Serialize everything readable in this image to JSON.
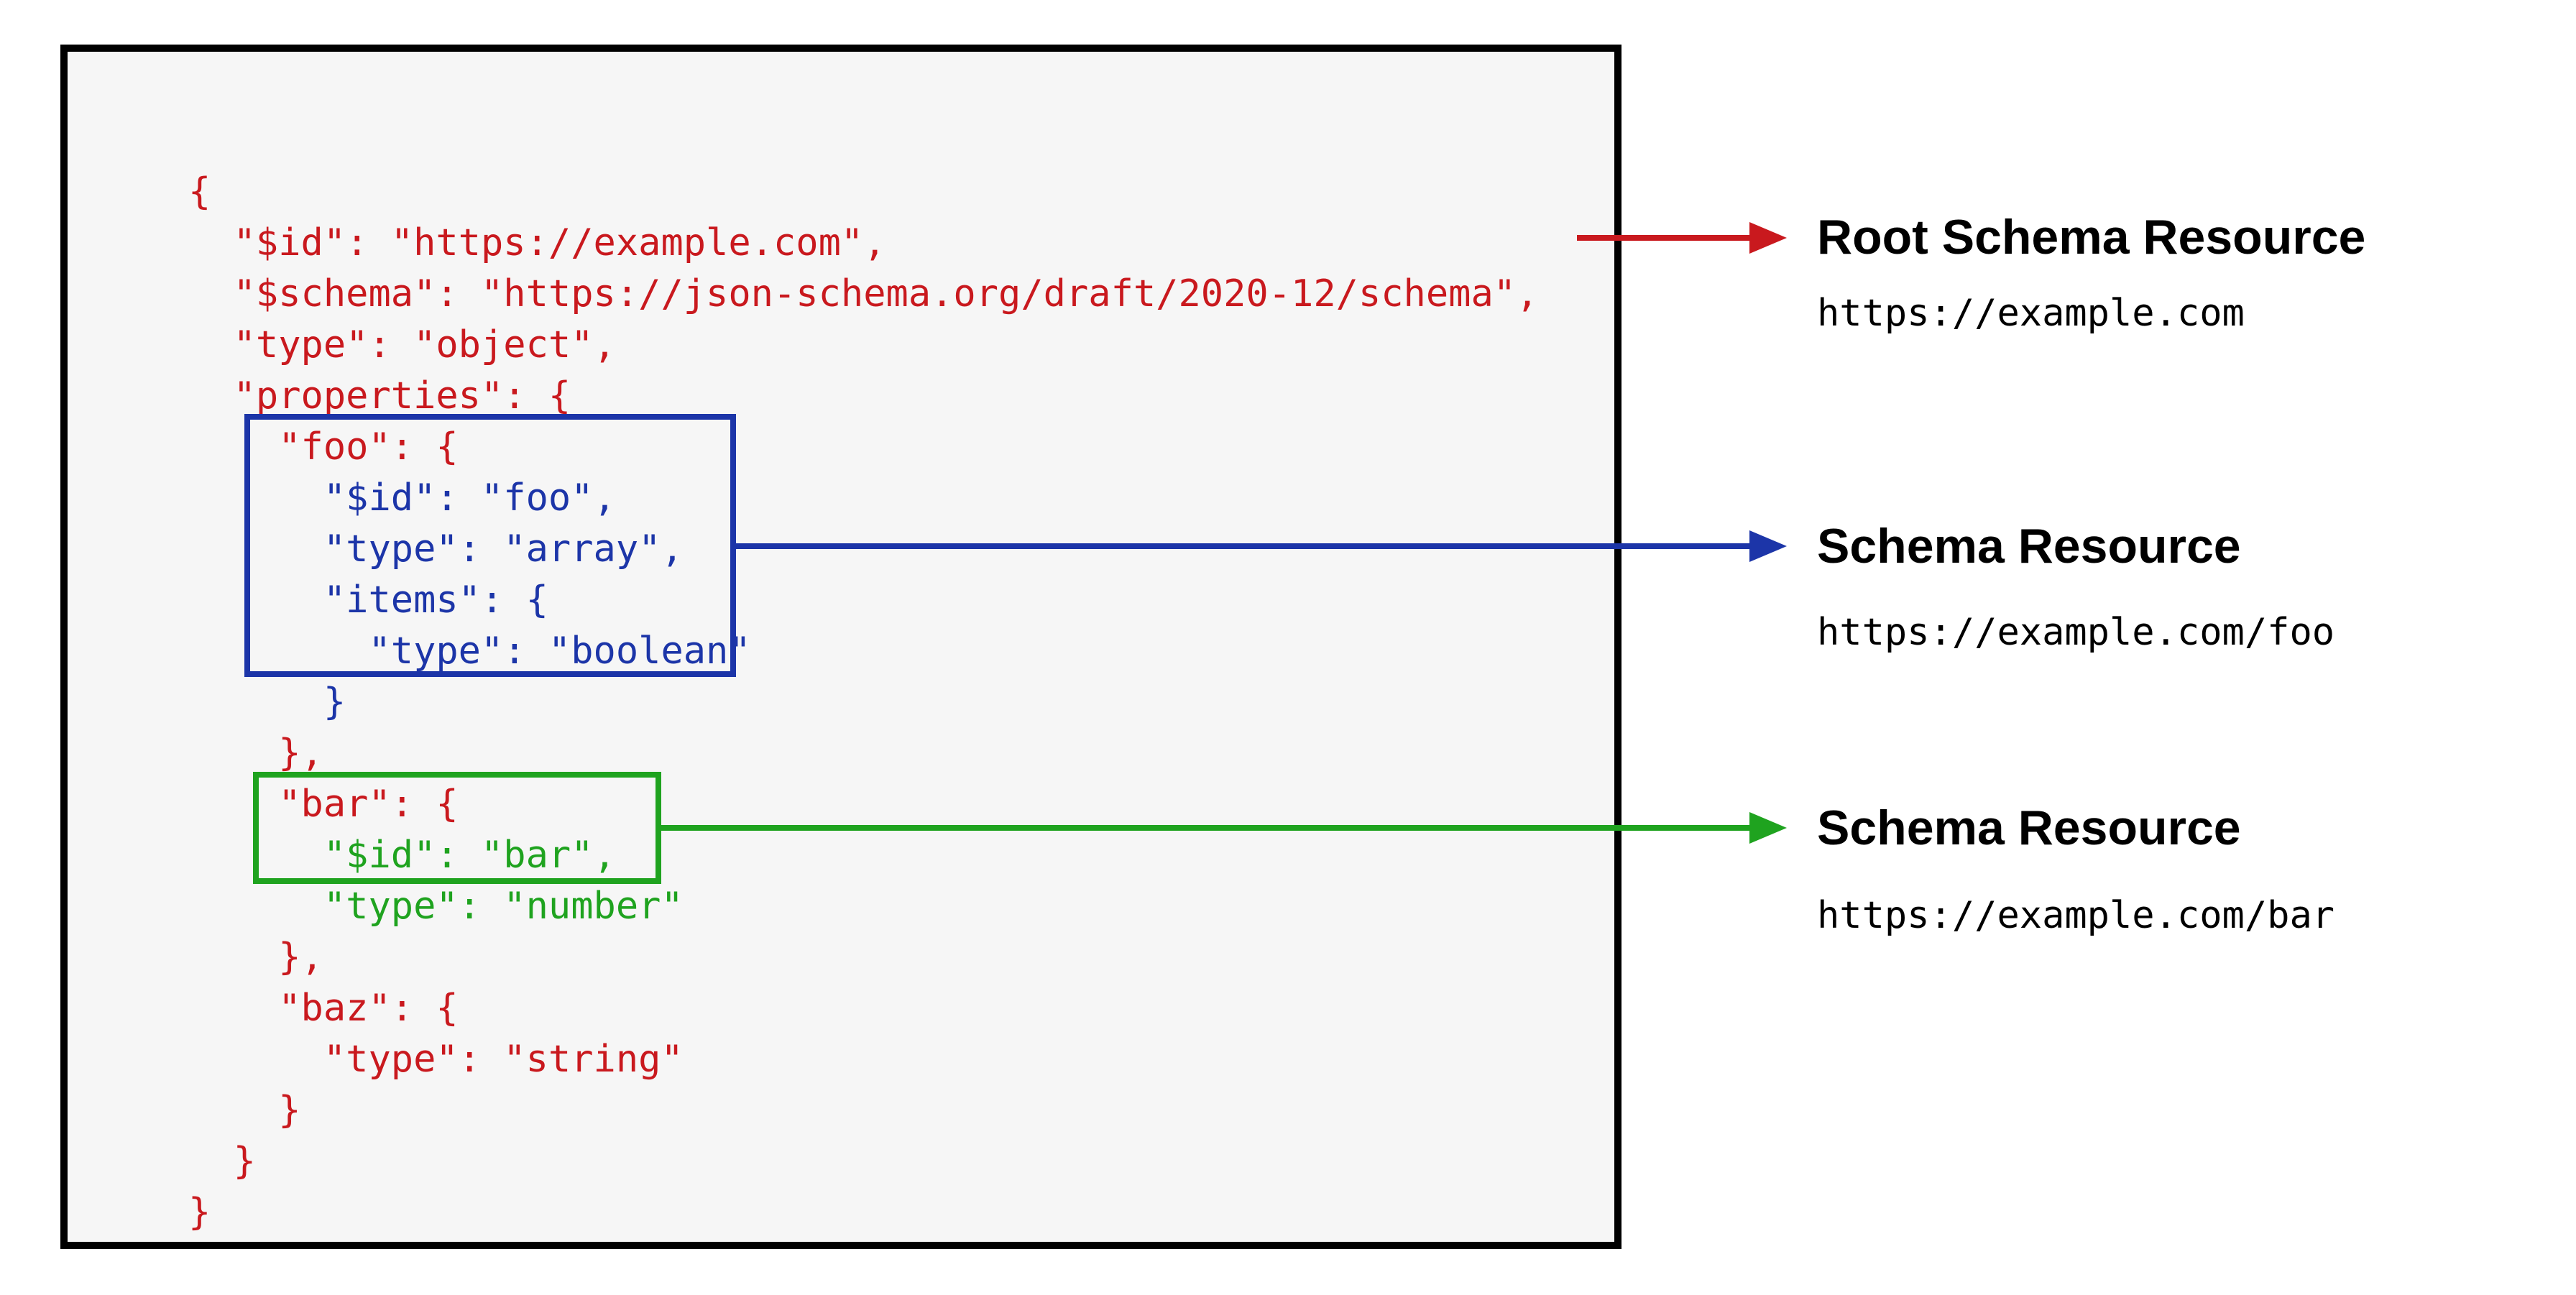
{
  "colors": {
    "ink": "#000000",
    "box-bg": "#f6f6f6",
    "code-red": "#c9191e",
    "code-blue": "#1c35a8",
    "code-green": "#1fa31f"
  },
  "code": {
    "lines": [
      "{",
      "  \"$id\": \"https://example.com\",",
      "  \"$schema\": \"https://json-schema.org/draft/2020-12/schema\",",
      "  \"type\": \"object\",",
      "  \"properties\": {",
      "    \"foo\": {",
      "      \"$id\": \"foo\",",
      "      \"type\": \"array\",",
      "      \"items\": {",
      "        \"type\": \"boolean\"",
      "      }",
      "    },",
      "    \"bar\": {",
      "      \"$id\": \"bar\",",
      "      \"type\": \"number\"",
      "    },",
      "    \"baz\": {",
      "      \"type\": \"string\"",
      "    }",
      "  }",
      "}"
    ]
  },
  "annotations": [
    {
      "title": "Root Schema Resource",
      "url": "https://example.com"
    },
    {
      "title": "Schema Resource",
      "url": "https://example.com/foo"
    },
    {
      "title": "Schema Resource",
      "url": "https://example.com/bar"
    }
  ]
}
